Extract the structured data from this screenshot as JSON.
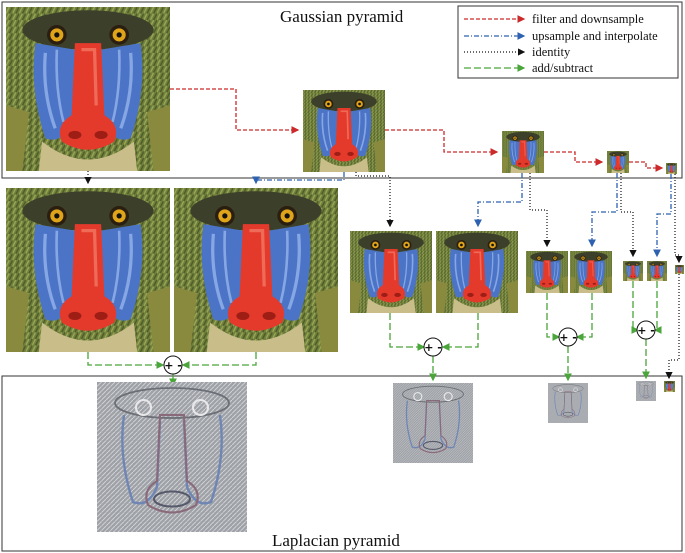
{
  "titles": {
    "gaussian": "Gaussian pyramid",
    "laplacian": "Laplacian pyramid"
  },
  "legend": [
    {
      "label": "filter and downsample",
      "style": "dashed",
      "color": "#cc2a2a"
    },
    {
      "label": "upsample and interpolate",
      "style": "dashdot",
      "color": "#2e62b0"
    },
    {
      "label": "identity",
      "style": "dotted",
      "color": "#111111"
    },
    {
      "label": "add/subtract",
      "style": "longdash",
      "color": "#4aa53a"
    }
  ],
  "operators": [
    {
      "symbol": "+ -"
    },
    {
      "symbol": "+ -"
    },
    {
      "symbol": "+ -"
    },
    {
      "symbol": "+ -"
    }
  ],
  "colors": {
    "filter": "#cc2a2a",
    "upsample": "#2e62b0",
    "identity": "#111111",
    "add": "#4aa53a"
  }
}
